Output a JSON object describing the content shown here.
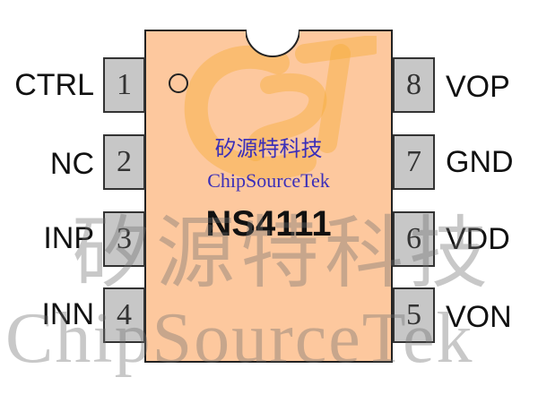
{
  "chip": {
    "part_number": "NS4111",
    "brand_cn": "矽源特科技",
    "brand_en": "ChipSourceTek",
    "body_color": "#fdc89e",
    "brand_text_color": "#3b2fb8",
    "logo_color": "#f6ae3a"
  },
  "pins_left": [
    {
      "number": "1",
      "label": "CTRL"
    },
    {
      "number": "2",
      "label": "NC"
    },
    {
      "number": "3",
      "label": "INP"
    },
    {
      "number": "4",
      "label": "INN"
    }
  ],
  "pins_right": [
    {
      "number": "8",
      "label": "VOP"
    },
    {
      "number": "7",
      "label": "GND"
    },
    {
      "number": "6",
      "label": "VDD"
    },
    {
      "number": "5",
      "label": "VON"
    }
  ],
  "watermark": {
    "cn": "矽源特科技",
    "en": "ChipSourceTek"
  }
}
